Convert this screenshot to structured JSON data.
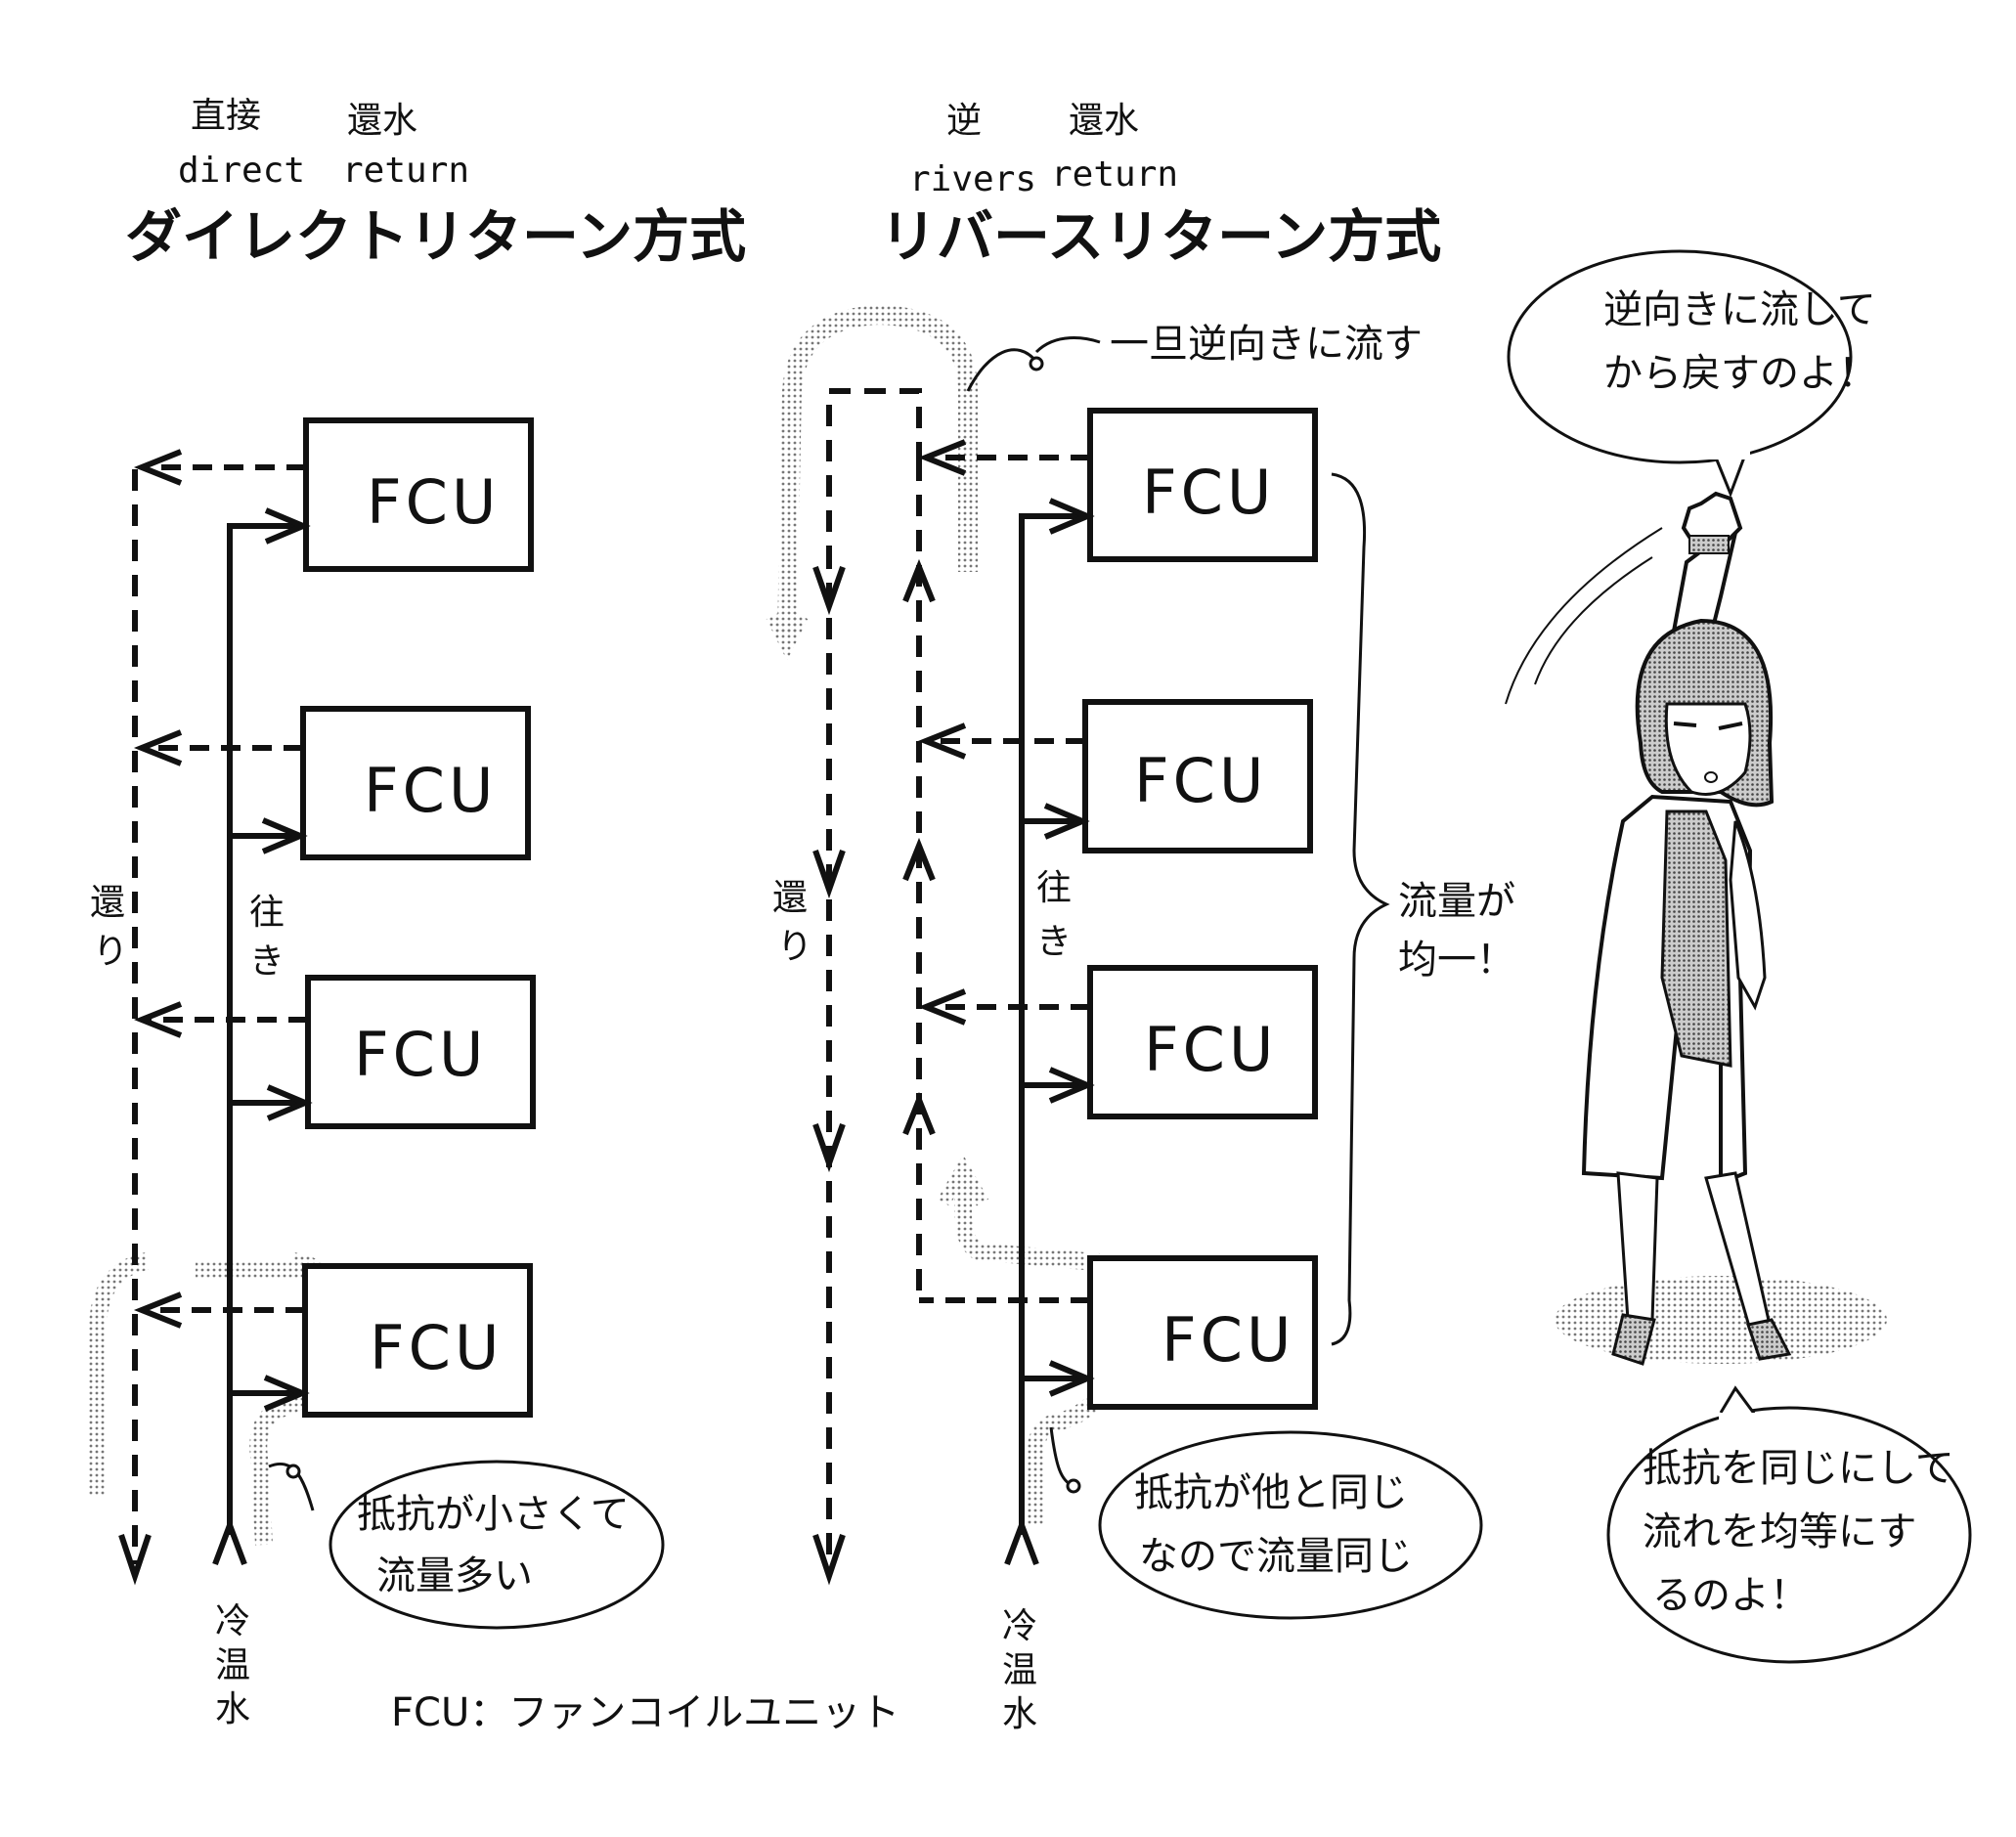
{
  "direct": {
    "ruby_jp_1": "直接",
    "ruby_jp_2": "還水",
    "ruby_en_1": "direct",
    "ruby_en_2": "return",
    "title": "ダイレクトリターン方式",
    "units": [
      "FCU",
      "FCU",
      "FCU",
      "FCU"
    ],
    "return_label": [
      "還",
      "り"
    ],
    "supply_label": [
      "往",
      "き"
    ],
    "source_label": [
      "冷",
      "温",
      "水"
    ],
    "note": [
      "抵抗が小さくて",
      "流量多い"
    ]
  },
  "reverse": {
    "ruby_jp_1": "逆",
    "ruby_jp_2": "還水",
    "ruby_en_1": "rivers",
    "ruby_en_2": "return",
    "title": "リバースリターン方式",
    "units": [
      "FCU",
      "FCU",
      "FCU",
      "FCU"
    ],
    "return_label": [
      "還",
      "り"
    ],
    "supply_label": [
      "往",
      "き"
    ],
    "source_label": [
      "冷",
      "温",
      "水"
    ],
    "top_note": "一旦逆向きに流す",
    "flow_note": [
      "流量が",
      "均一！"
    ],
    "note": [
      "抵抗が他と同じ",
      "なので流量同じ"
    ]
  },
  "legend": "FCU：ファンコイルユニット",
  "character": {
    "speech_top": [
      "逆向きに流して",
      "から戻すのよ！"
    ],
    "speech_bottom": [
      "抵抗を同じにして",
      "流れを均等にす",
      "るのよ！"
    ]
  }
}
